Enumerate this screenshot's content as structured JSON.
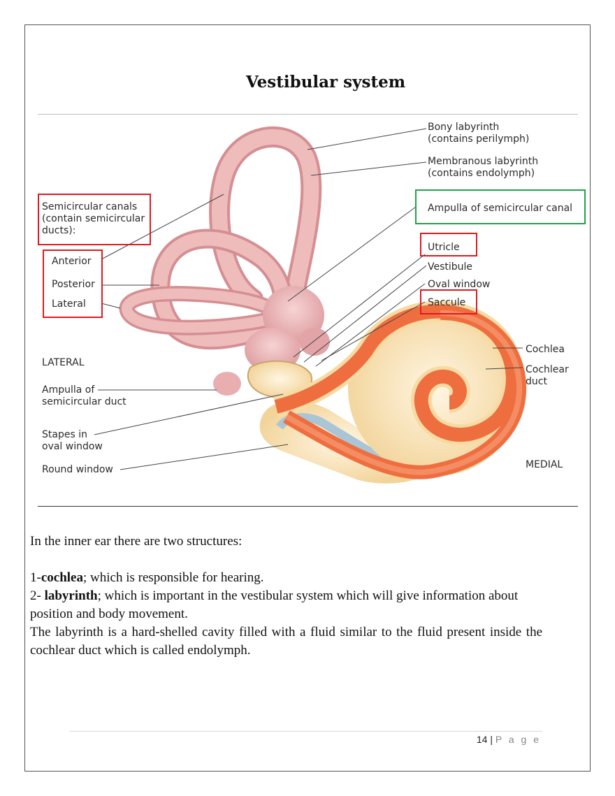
{
  "title": "Vestibular system",
  "figure": {
    "labels": {
      "bony_labyrinth_1": "Bony labyrinth",
      "bony_labyrinth_2": "(contains perilymph)",
      "membranous_1": "Membranous labyrinth",
      "membranous_2": "(contains endolymph)",
      "semicircular_1": "Semicircular canals",
      "semicircular_2": "(contain semicircular",
      "semicircular_3": "ducts):",
      "anterior": "Anterior",
      "posterior": "Posterior",
      "lateral": "Lateral",
      "lateral_side": "LATERAL",
      "ampulla_left_1": "Ampulla of",
      "ampulla_left_2": "semicircular duct",
      "stapes_1": "Stapes in",
      "stapes_2": "oval window",
      "round_window": "Round window",
      "ampulla_right": "Ampulla of semicircular canal",
      "utricle": "Utricle",
      "vestibule": "Vestibule",
      "oval_window": "Oval window",
      "saccule": "Saccule",
      "cochlea": "Cochlea",
      "cochlear_duct_1": "Cochlear",
      "cochlear_duct_2": "duct",
      "medial_side": "MEDIAL"
    },
    "colors": {
      "highlight_red": "#e0191e",
      "highlight_green": "#1fa34a",
      "labyrinth_pink": "#eab2b2",
      "cochlea_orange": "#f0774a",
      "cochlea_cream": "#f7dba4"
    }
  },
  "body": {
    "intro": "In the inner ear there are two structures:",
    "item1_num": "1-",
    "item1_term": "cochlea",
    "item1_rest": "; which is responsible for hearing.",
    "item2_num": "2- ",
    "item2_term": "labyrinth",
    "item2_rest": "; which is important in the vestibular system which will give information about position and body movement.",
    "paragraph": "The labyrinth is a hard-shelled cavity filled with a fluid similar to the fluid present inside the cochlear duct which is called endolymph."
  },
  "footer": {
    "page_number": "14",
    "separator": "|",
    "page_word": "P a g e"
  }
}
